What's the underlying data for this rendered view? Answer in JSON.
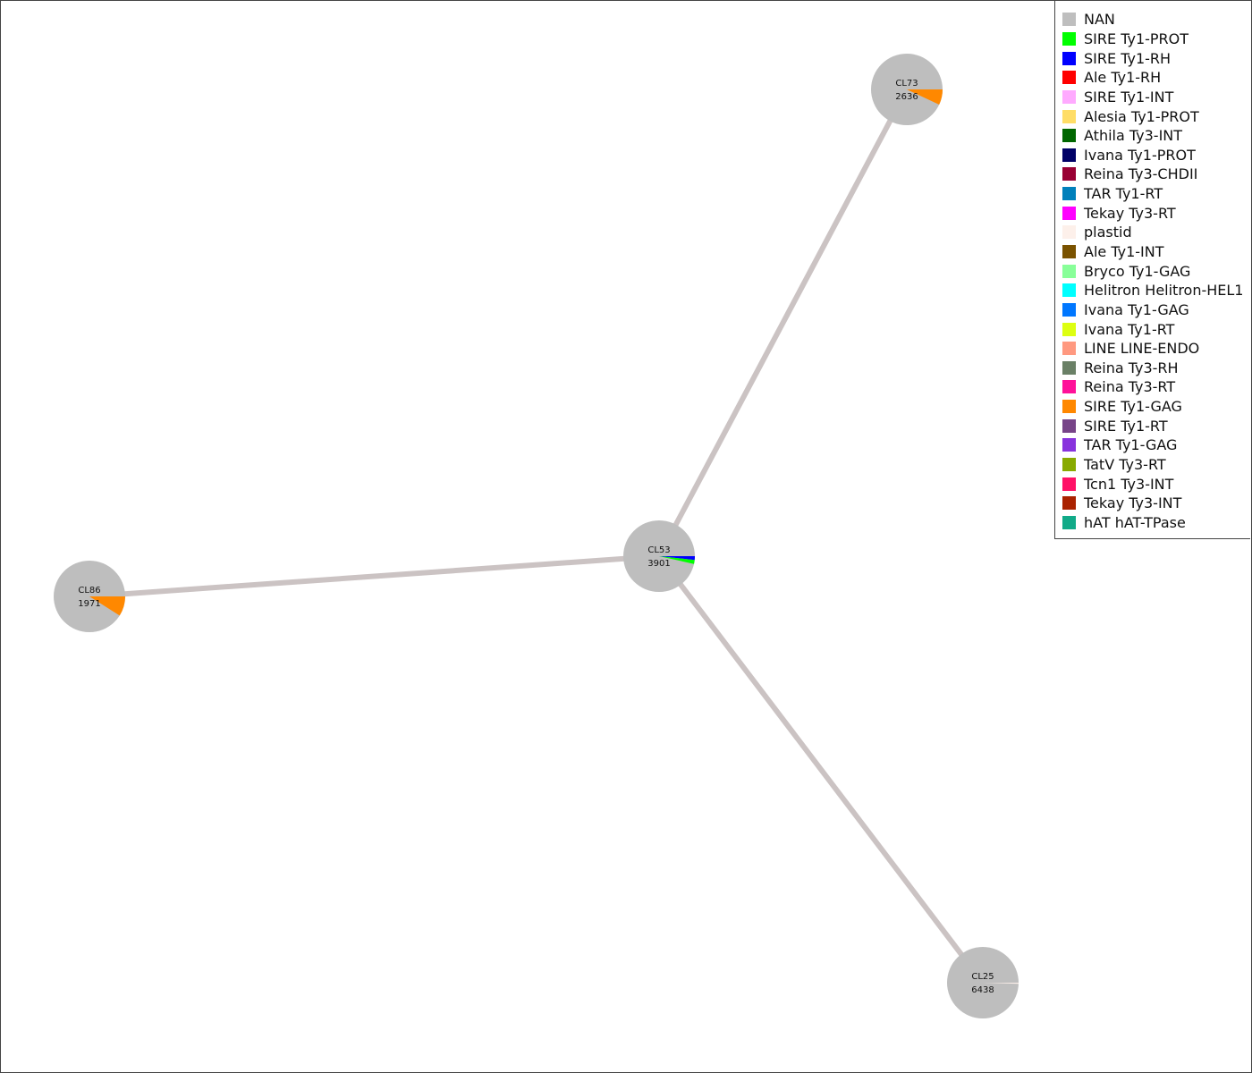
{
  "graph": {
    "edge_color": "#cbc3c3",
    "nodes": [
      {
        "id": "CL73",
        "label": "CL73",
        "size": "2636",
        "slices": [
          {
            "category": "NAN",
            "fraction": 0.93
          },
          {
            "category": "SIRE Ty1-GAG",
            "fraction": 0.07
          }
        ]
      },
      {
        "id": "CL53",
        "label": "CL53",
        "size": "3901",
        "slices": [
          {
            "category": "NAN",
            "fraction": 0.965
          },
          {
            "category": "SIRE Ty1-RH",
            "fraction": 0.017
          },
          {
            "category": "SIRE Ty1-PROT",
            "fraction": 0.018
          }
        ]
      },
      {
        "id": "CL86",
        "label": "CL86",
        "size": "1971",
        "slices": [
          {
            "category": "NAN",
            "fraction": 0.91
          },
          {
            "category": "SIRE Ty1-GAG",
            "fraction": 0.09
          }
        ]
      },
      {
        "id": "CL25",
        "label": "CL25",
        "size": "6438",
        "slices": [
          {
            "category": "NAN",
            "fraction": 0.995
          },
          {
            "category": "plastid",
            "fraction": 0.005
          }
        ]
      }
    ],
    "edges": [
      {
        "from": "CL53",
        "to": "CL73"
      },
      {
        "from": "CL53",
        "to": "CL86"
      },
      {
        "from": "CL53",
        "to": "CL25"
      }
    ]
  },
  "legend": {
    "items": [
      {
        "label": "NAN",
        "color": "#bebebe"
      },
      {
        "label": "SIRE Ty1-PROT",
        "color": "#00ff00"
      },
      {
        "label": "SIRE Ty1-RH",
        "color": "#0000ff"
      },
      {
        "label": "Ale Ty1-RH",
        "color": "#ff0000"
      },
      {
        "label": "SIRE Ty1-INT",
        "color": "#ffaaff"
      },
      {
        "label": "Alesia Ty1-PROT",
        "color": "#ffdd66"
      },
      {
        "label": "Athila Ty3-INT",
        "color": "#006600"
      },
      {
        "label": "Ivana Ty1-PROT",
        "color": "#000066"
      },
      {
        "label": "Reina Ty3-CHDII",
        "color": "#990033"
      },
      {
        "label": "TAR Ty1-RT",
        "color": "#0080bb"
      },
      {
        "label": "Tekay Ty3-RT",
        "color": "#ff00ff"
      },
      {
        "label": "plastid",
        "color": "#fdf0ea"
      },
      {
        "label": "Ale Ty1-INT",
        "color": "#7a5200"
      },
      {
        "label": "Bryco Ty1-GAG",
        "color": "#88ff99"
      },
      {
        "label": "Helitron Helitron-HEL1",
        "color": "#00ffff"
      },
      {
        "label": "Ivana Ty1-GAG",
        "color": "#0077ff"
      },
      {
        "label": "Ivana Ty1-RT",
        "color": "#ddff11"
      },
      {
        "label": "LINE LINE-ENDO",
        "color": "#ff9980"
      },
      {
        "label": "Reina Ty3-RH",
        "color": "#6a8066"
      },
      {
        "label": "Reina Ty3-RT",
        "color": "#ff1199"
      },
      {
        "label": "SIRE Ty1-GAG",
        "color": "#ff8800"
      },
      {
        "label": "SIRE Ty1-RT",
        "color": "#774488"
      },
      {
        "label": "TAR Ty1-GAG",
        "color": "#8833dd"
      },
      {
        "label": "TatV Ty3-RT",
        "color": "#88aa00"
      },
      {
        "label": "Tcn1 Ty3-INT",
        "color": "#ff1166"
      },
      {
        "label": "Tekay Ty3-INT",
        "color": "#aa2200"
      },
      {
        "label": "hAT hAT-TPase",
        "color": "#11aa88"
      }
    ]
  }
}
